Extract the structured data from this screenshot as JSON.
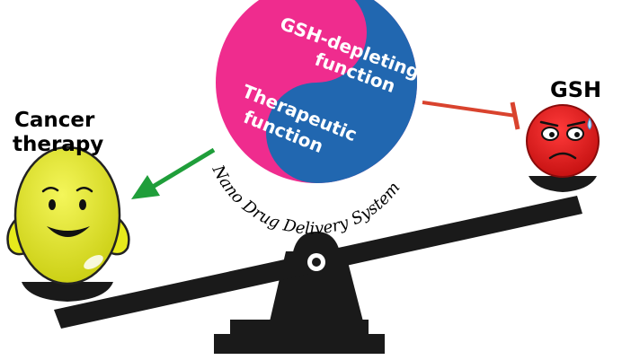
{
  "labels": {
    "cancer_line1": "Cancer",
    "cancer_line2": "therapy",
    "gsh": "GSH",
    "gsh_depleting_line1": "GSH-depleting",
    "gsh_depleting_line2": "function",
    "therapeutic_line1": "Therapeutic",
    "therapeutic_line2": "function",
    "system_name": "Nano Drug Delivery System"
  },
  "colors": {
    "magenta": "#ef2c8e",
    "blue": "#2167b0",
    "yellow_face": "#e7ea1c",
    "red_face": "#ea1c1c",
    "green_arrow": "#1f9e3a",
    "red_inhibit": "#d9432e",
    "seesaw": "#1a1a1a"
  }
}
